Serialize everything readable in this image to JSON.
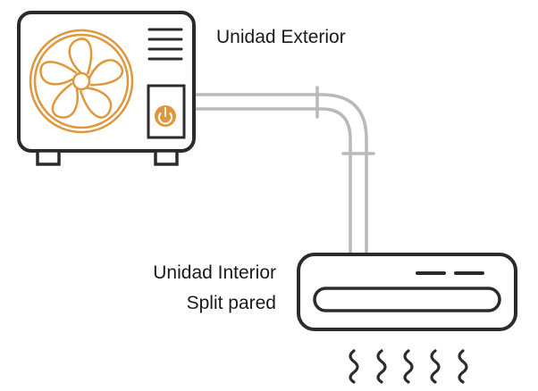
{
  "labels": {
    "outdoor_unit": "Unidad Exterior",
    "indoor_unit_line1": "Unidad Interior",
    "indoor_unit_line2": "Split pared"
  },
  "colors": {
    "outline": "#2b2b2b",
    "accent": "#e0963c",
    "pipe": "#b9b9b9",
    "background": "#ffffff"
  },
  "icons": {
    "outdoor_fan": "fan-icon",
    "power_badge": "power-icon",
    "airflow": "airflow-wave-icon"
  }
}
